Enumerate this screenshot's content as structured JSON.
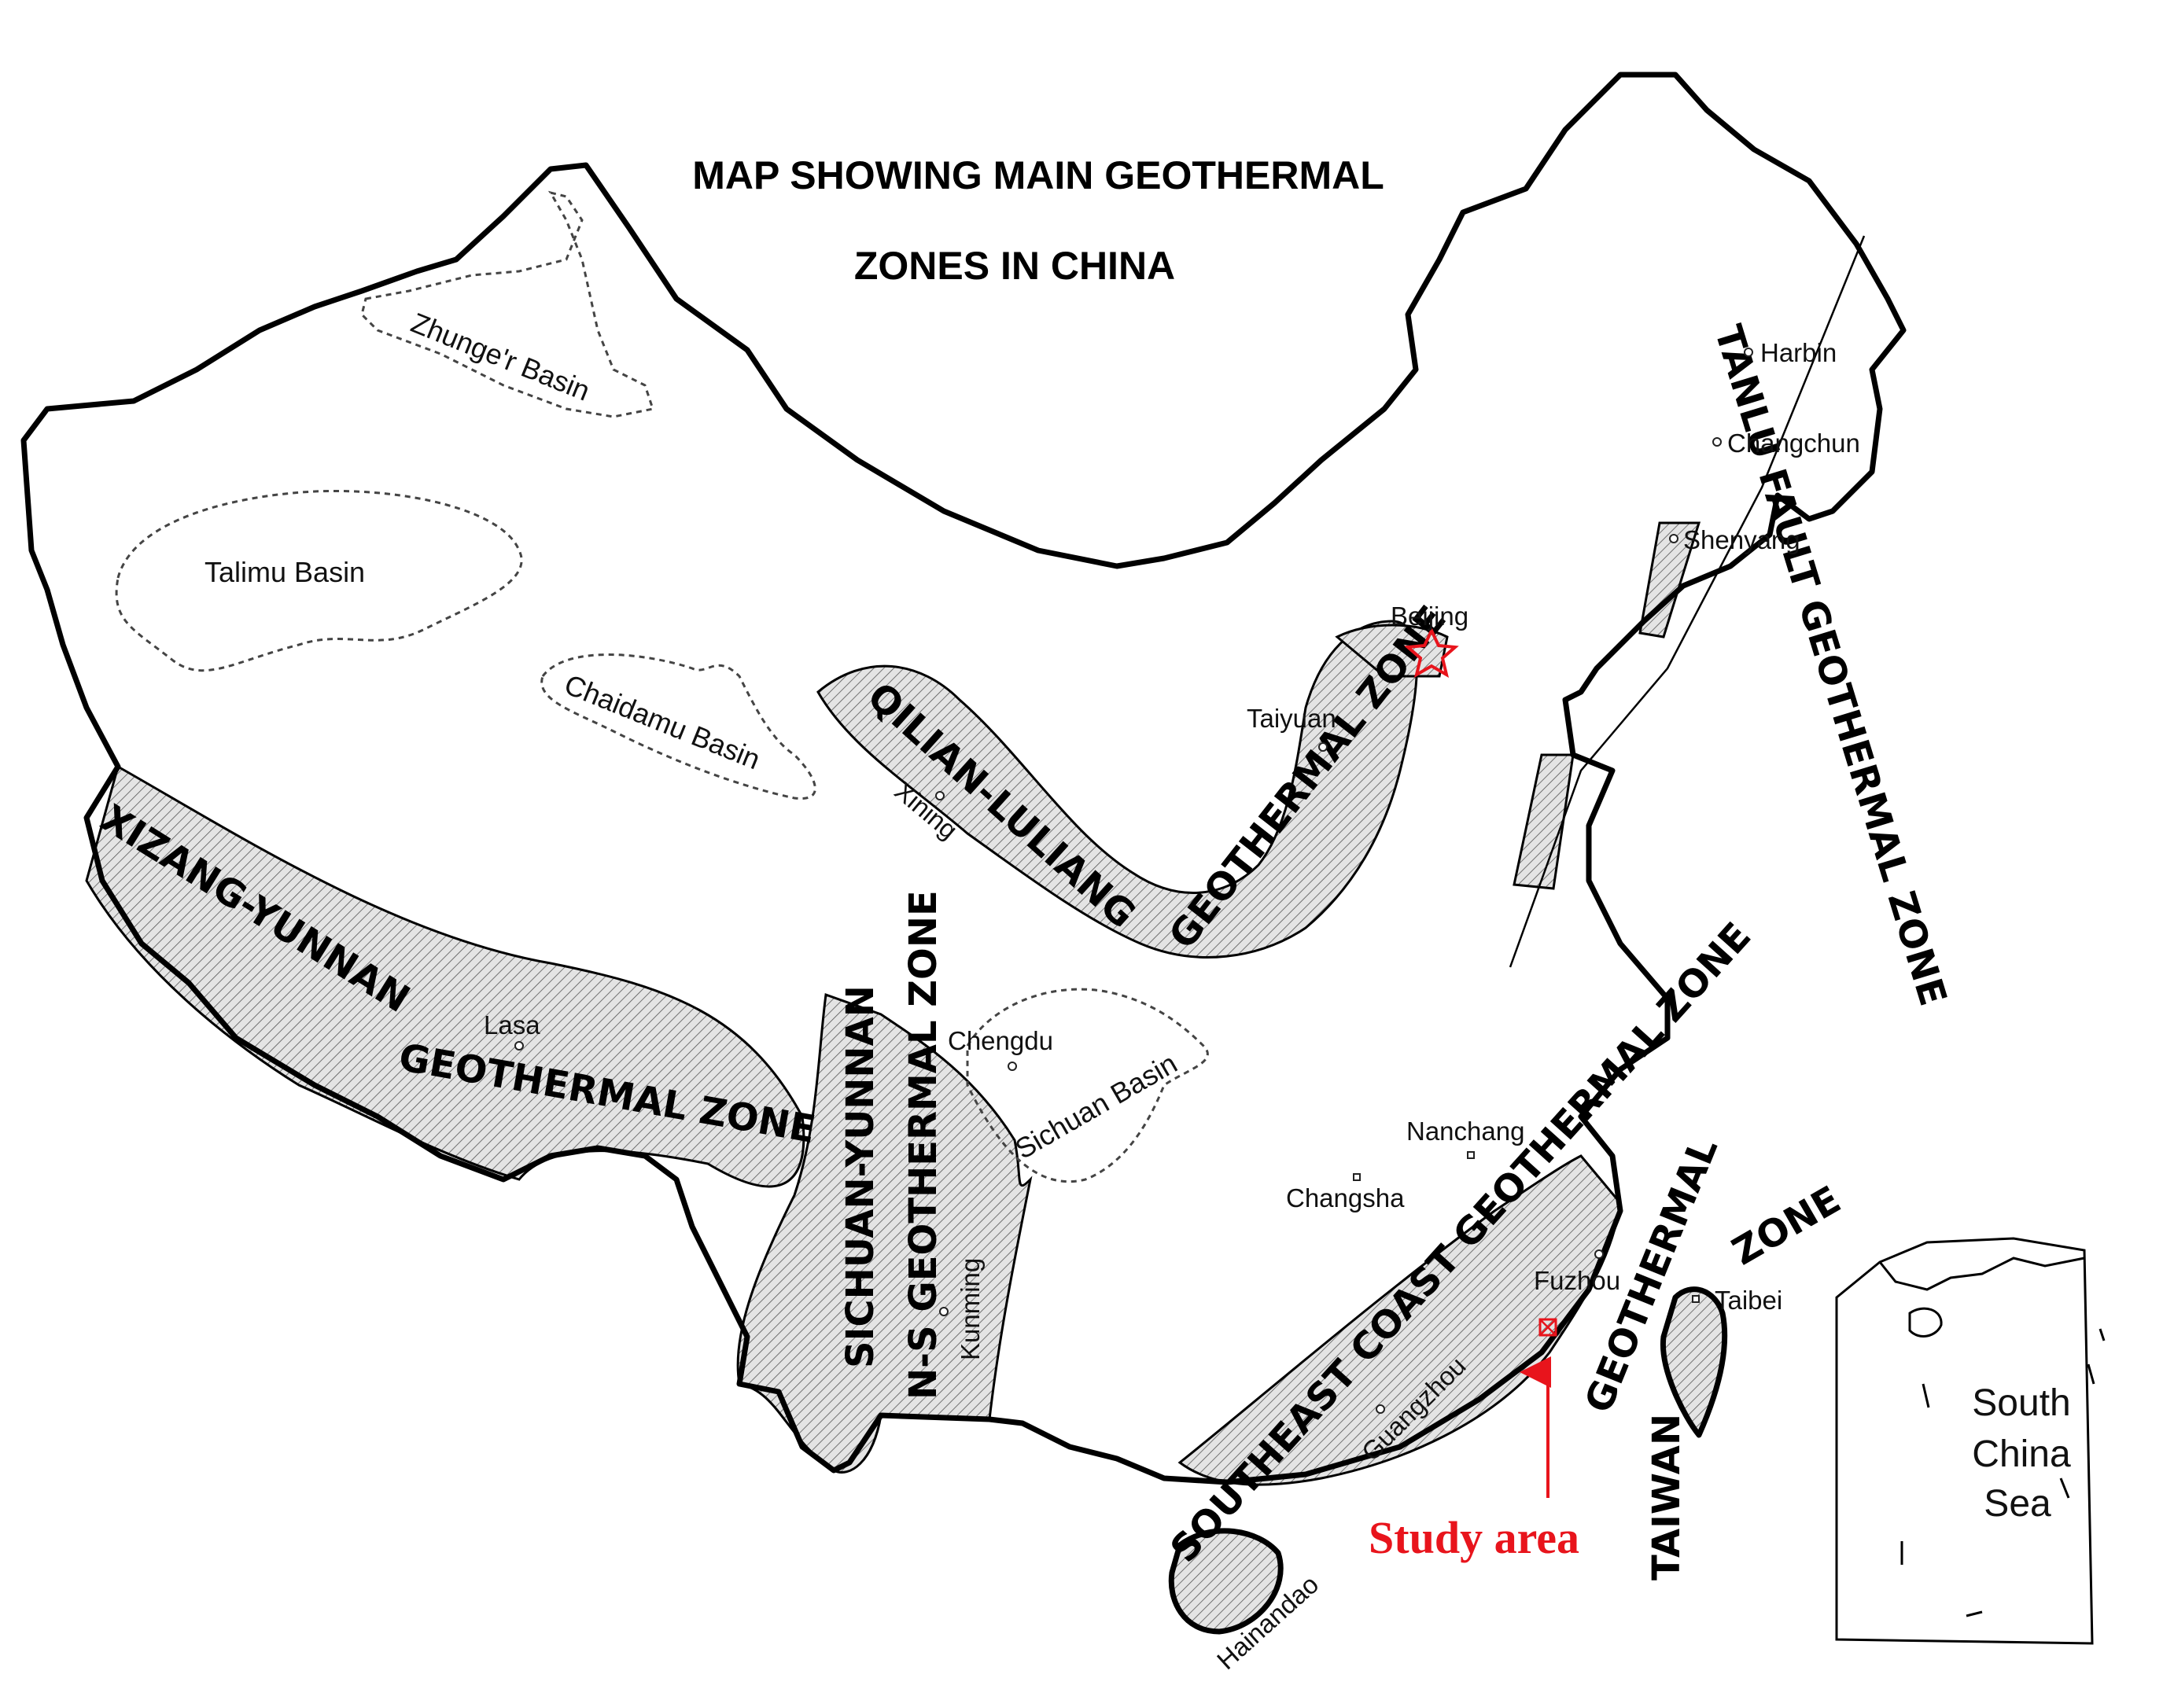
{
  "title": {
    "line1": "MAP SHOWING MAIN GEOTHERMAL",
    "line2": "ZONES IN CHINA"
  },
  "zones": {
    "tanlu": "TANLU FAULT GEOTHERMAL ZONE",
    "qilian_a": "QILIAN-LULIANG",
    "qilian_b": "GEOTHERMAL ZONE",
    "xizang_a": "XIZANG-YUNNAN",
    "xizang_b": "GEOTHERMAL ZONE",
    "sichuan_a": "SICHUAN-YUNNAN",
    "sichuan_b": "N-S GEOTHERMAL ZONE",
    "southeast": "SOUTHEAST COAST GEOTHERMAL ZONE",
    "taiwan_a": "TAIWAN",
    "taiwan_b": "GEOTHERMAL",
    "taiwan_c": "ZONE"
  },
  "basins": {
    "zhunger": "Zhunge'r Basin",
    "talimu": "Talimu Basin",
    "chaidamu": "Chaidamu Basin",
    "sichuan": "Sichuan Basin"
  },
  "cities": {
    "harbin": "Harbin",
    "changchun": "Changchun",
    "shenyang": "Shenyang",
    "beijing": "Beijing",
    "taiyuan": "Taiyuan",
    "xining": "Xining",
    "lasa": "Lasa",
    "chengdu": "Chengdu",
    "kunming": "Kunming",
    "nanchang": "Nanchang",
    "changsha": "Changsha",
    "fuzhou": "Fuzhou",
    "taibei": "Taibei",
    "guangzhou": "Guangzhou",
    "hainandao": "Hainandao"
  },
  "inset": {
    "line1": "South",
    "line2": "China",
    "line3": "Sea"
  },
  "study_area": {
    "label": "Study area",
    "color": "#e8141c"
  },
  "colors": {
    "capital_star": "#e8141c",
    "study_marker": "#e8141c"
  }
}
